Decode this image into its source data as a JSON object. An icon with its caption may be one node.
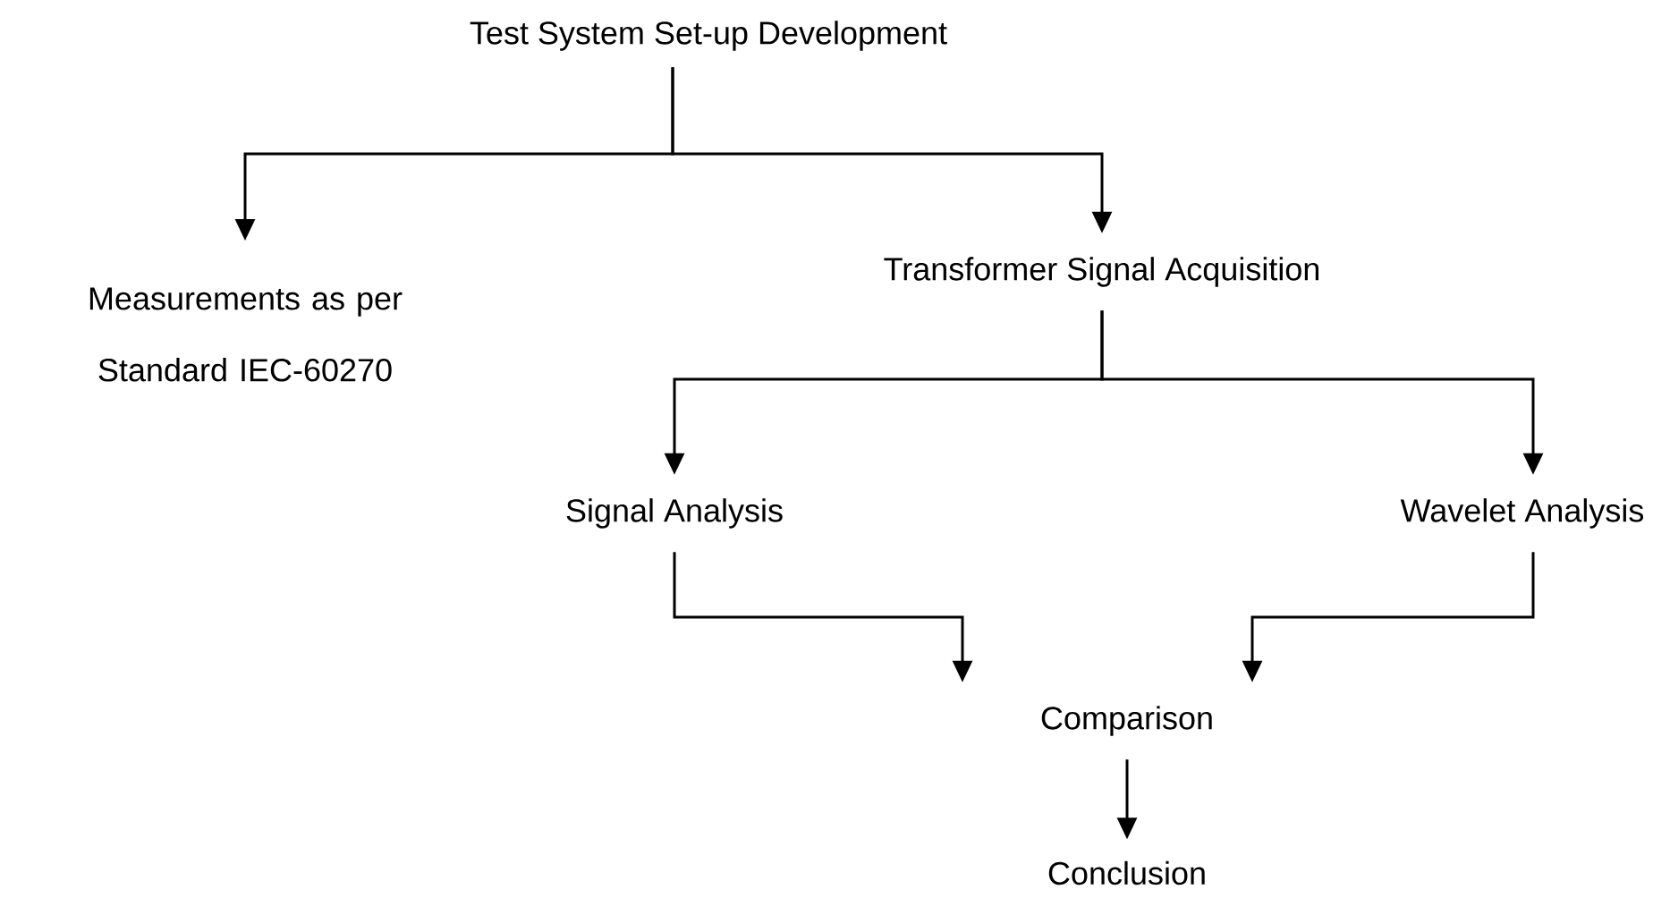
{
  "diagram": {
    "nodes": [
      {
        "text": [
          "Test System Set-up Development"
        ]
      },
      {
        "text": [
          "Measurements as per Standard IEC-60270"
        ]
      },
      {
        "text": [
          "Transformer Signal Acquisition"
        ]
      },
      {
        "text": [
          "Signal Analysis"
        ]
      },
      {
        "text": [
          "Wavelet Analysis"
        ]
      },
      {
        "text": [
          "Comparison"
        ]
      },
      {
        "text": [
          "Conclusion"
        ]
      }
    ],
    "edges": [
      {
        "from": 0,
        "to": 1,
        "arrow": "to"
      },
      {
        "from": 0,
        "to": 2,
        "arrow": "to"
      },
      {
        "from": 2,
        "to": 3,
        "arrow": "to"
      },
      {
        "from": 2,
        "to": 4,
        "arrow": "to"
      },
      {
        "from": 3,
        "to": 5,
        "arrow": "to"
      },
      {
        "from": 4,
        "to": 5,
        "arrow": "to"
      },
      {
        "from": 5,
        "to": 6,
        "arrow": "to"
      }
    ]
  }
}
